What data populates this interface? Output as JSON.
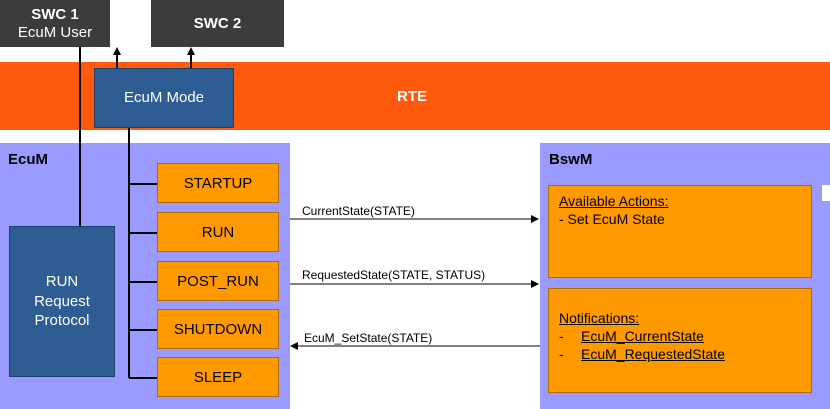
{
  "swc1": {
    "title": "SWC 1",
    "subtitle": "EcuM User"
  },
  "swc2": {
    "title": "SWC 2"
  },
  "rte": {
    "label": "RTE"
  },
  "ecum_mode": {
    "label": "EcuM Mode"
  },
  "ecum_panel": {
    "title": "EcuM"
  },
  "bswm_panel": {
    "title": "BswM"
  },
  "run_request": {
    "lines": [
      "RUN",
      "Request",
      "Protocol"
    ]
  },
  "states": [
    "STARTUP",
    "RUN",
    "POST_RUN",
    "SHUTDOWN",
    "SLEEP"
  ],
  "messages": {
    "current_state": "CurrentState(STATE)",
    "requested_state": "RequestedState(STATE, STATUS)",
    "set_state": "EcuM_SetState(STATE)"
  },
  "available_actions": {
    "header": "Available Actions:",
    "items": [
      "- Set EcuM State"
    ]
  },
  "notifications": {
    "header": "Notifications:",
    "items": [
      {
        "dash": "-",
        "name": "EcuM_CurrentState"
      },
      {
        "dash": "-",
        "name": "EcuM_RequestedState"
      }
    ]
  },
  "colors": {
    "rte": "#ff5a0e",
    "panel": "#9a9aff",
    "state": "#ff9900",
    "mode_box": "#2d5d93",
    "swc": "#3c3c3c"
  }
}
